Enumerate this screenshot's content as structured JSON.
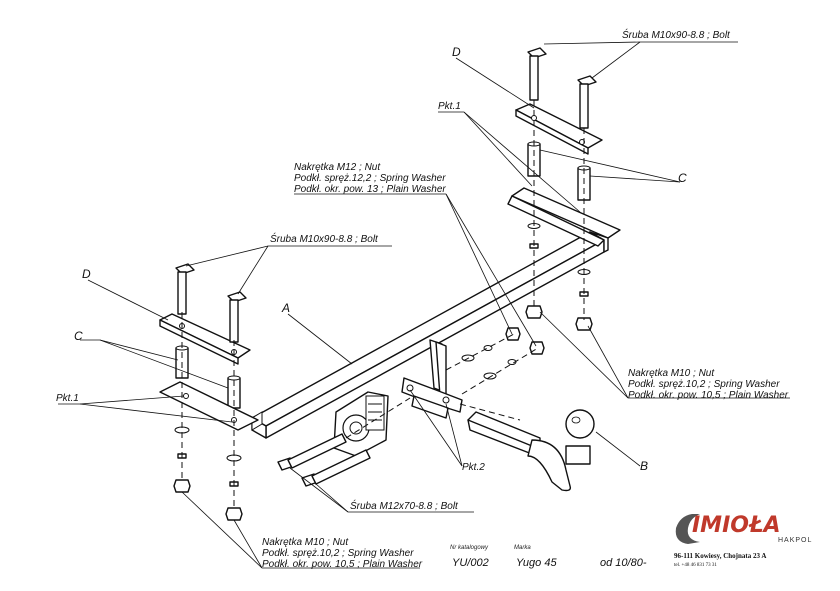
{
  "labels": {
    "bolt_top": "Śruba M10x90-8.8 ;  Bolt",
    "bolt_left": "Śruba M10x90-8.8 ;  Bolt",
    "bolt_bottom": "Śruba M12x70-8.8 ;  Bolt",
    "d_top": "D",
    "d_left": "D",
    "c_right": "C",
    "c_left": "C",
    "pkt1_top": "Pkt.1",
    "pkt1_left": "Pkt.1",
    "pkt2": "Pkt.2",
    "a": "A",
    "b": "B",
    "nut12": {
      "line1": "Nakrętka  M12 ; Nut",
      "line2": "Podkł. spręż.12,2 ; Spring Washer",
      "line3": "Podkł. okr. pow. 13 ; Plain Washer"
    },
    "nut10_right": {
      "line1": "Nakrętka  M10 ; Nut",
      "line2": "Podkł. spręż.10,2 ; Spring Washer",
      "line3": "Podkł. okr. pow. 10,5 ; Plain Washer"
    },
    "nut10_left": {
      "line1": "Nakrętka  M10 ; Nut",
      "line2": "Podkł. spręż.10,2 ; Spring Washer",
      "line3": "Podkł. okr. pow. 10,5 ; Plain Washer"
    }
  },
  "footer": {
    "catalog_caption": "Nr katalogowy",
    "catalog_number": "YU/002",
    "make_caption": "Marka",
    "make": "Yugo 45",
    "years": "od  10/80-"
  },
  "company": {
    "logo": "IMIOŁA",
    "logo_sub": "HAKPOL",
    "address": "96-111 Kowiesy, Chojnata 23 A",
    "phone": "tel. +48 46 831 73 31"
  },
  "colors": {
    "logo_red": "#c0392b",
    "line": "#111111"
  }
}
